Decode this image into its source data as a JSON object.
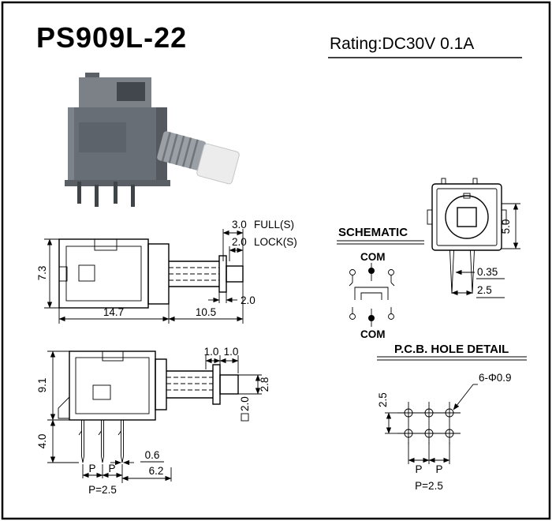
{
  "page": {
    "title": "PS909L-22",
    "rating": "Rating:DC30V 0.1A"
  },
  "colors": {
    "ink": "#000000",
    "photo_body": "#686e75",
    "photo_cap": "#7b8187",
    "photo_tip": "#ececec"
  },
  "front_view": {
    "travel_full": "3.0",
    "travel_full_label": "FULL(S)",
    "travel_lock": "2.0",
    "travel_lock_label": "LOCK(S)",
    "body_height": "7.3",
    "body_width": "14.7",
    "shaft_length": "10.5",
    "flange_width": "2.0"
  },
  "schematic": {
    "heading": "SCHEMATIC",
    "com_top": "COM",
    "com_bottom": "COM"
  },
  "top_view": {
    "body_height": "5.0",
    "pin_thickness": "0.35",
    "pin_pitch": "2.5"
  },
  "pcb_detail": {
    "heading": "P.C.B. HOLE DETAIL",
    "row_pitch": "2.5",
    "hole_spec": "6-Φ0.9",
    "pitch_label_1": "P",
    "pitch_label_2": "P",
    "pitch_eq": "P=2.5"
  },
  "side_view": {
    "body_height": "9.1",
    "pin_length": "4.0",
    "gap_1": "1.0",
    "gap_2": "1.0",
    "tip_height": "2.8",
    "tip_square": "2.0",
    "pin_width": "0.6",
    "pin_offset": "6.2",
    "pitch_label_1": "P",
    "pitch_label_2": "P",
    "pitch_eq": "P=2.5"
  }
}
